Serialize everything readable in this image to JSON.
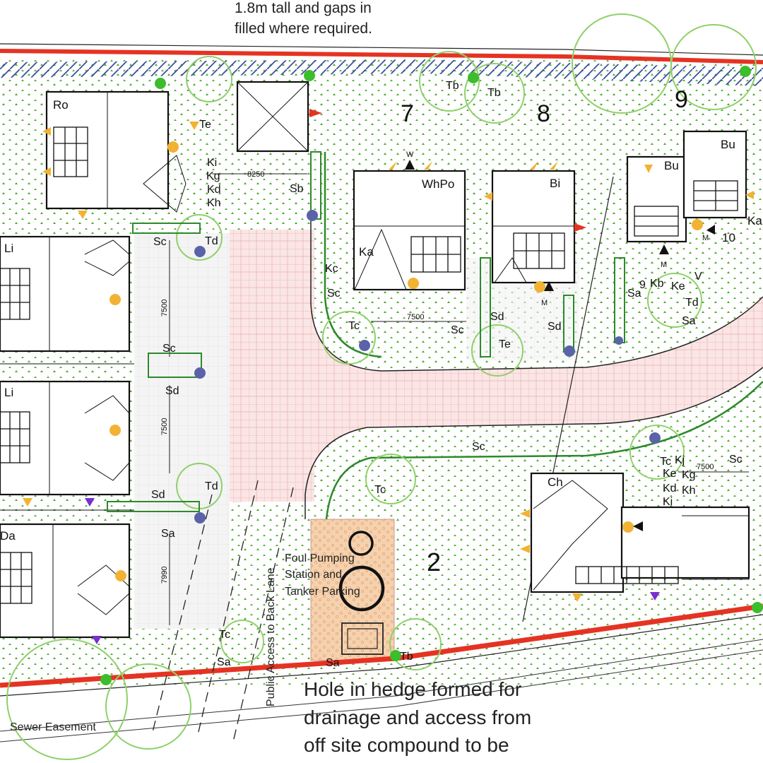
{
  "notes": {
    "top_line1": "1.8m tall and gaps in",
    "top_line2": "filled where required.",
    "bottom_line1": "Hole in hedge formed for",
    "bottom_line2": "drainage and access from",
    "bottom_line3": "off site compound to be",
    "sewer": "Sewer Easement",
    "public_access": "Public Access to Back Lane",
    "pump_line1": "Foul Pumping",
    "pump_line2": "Station and",
    "pump_line3": "Tanker Parking"
  },
  "plots": {
    "p7": "7",
    "p8": "8",
    "p9": "9",
    "p2": "2",
    "p10": "10"
  },
  "house_types": {
    "ro": "Ro",
    "li1": "Li",
    "li2": "Li",
    "da": "Da",
    "whpo": "WhPo",
    "bi": "Bi",
    "bu1": "Bu",
    "bu2": "Bu",
    "ch": "Ch",
    "ka": "Ka",
    "ka2": "Ka"
  },
  "dimensions": {
    "d8250": "8250",
    "d7500a": "7500",
    "d7500b": "7500",
    "d7500c": "7500",
    "d7500d": "7500",
    "d7990": "7990"
  },
  "tree_labels": {
    "te1": "Te",
    "te2": "Te",
    "tb1": "Tb",
    "tb2": "Tb",
    "tb3": "Tb",
    "td1": "Td",
    "td2": "Td",
    "td3": "Td",
    "tc1": "Tc",
    "tc2": "Tc",
    "tc3": "Tc",
    "tc4": "Tc"
  },
  "shrub_labels": {
    "sc1": "Sc",
    "sc2": "Sc",
    "sc3": "Sc",
    "sc4": "Sc",
    "sc5": "Sc",
    "sb": "Sb",
    "sd1": "Sd",
    "sd2": "Sd",
    "sd3": "Sd",
    "sd4": "Sd",
    "sa1": "Sa",
    "sa2": "Sa",
    "sa3": "Sa",
    "sa4": "Sa",
    "sa5": "Sa",
    "kc": "Kc",
    "kb": "Kb",
    "ke": "Ke",
    "v": "V",
    "ki1": "Ki",
    "kg1": "Kg",
    "kd1": "Kd",
    "kh1": "Kh",
    "kj": "Kj",
    "ke2": "Ke",
    "kg2": "Kg",
    "kd2": "Kd",
    "kh2": "Kh",
    "ki2": "Ki",
    "nine_small": "9"
  },
  "markers": {
    "w": "W",
    "m1": "M",
    "m2": "M",
    "m3": "M"
  },
  "colors": {
    "boundary": "#e53323",
    "grass": "#4aa82e",
    "hedge_blue": "#3a4ea0",
    "paving": "#f2c8c8",
    "pump": "#f3c39a",
    "tree": "#8fd06a",
    "amber": "#f2b233",
    "purple": "#7a2ed1",
    "navy_dot": "#5a63a8"
  }
}
